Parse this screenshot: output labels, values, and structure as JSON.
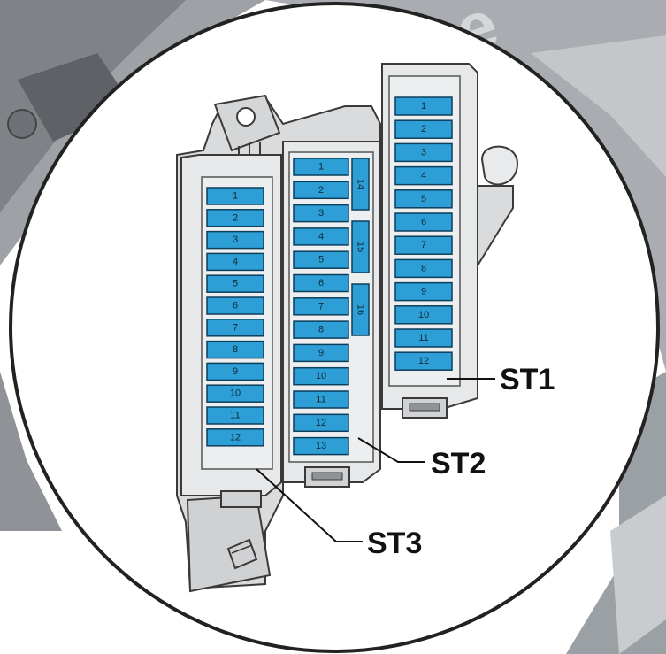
{
  "colors": {
    "fuse_fill": "#2e9fd6",
    "fuse_stroke": "#0c3f5c",
    "block_fill": "#e2e4e6",
    "block_stroke": "#3a3a3a",
    "background_gray": "#b9bcbf"
  },
  "watermark": "Fuse",
  "blocks": [
    {
      "id": "ST1",
      "label": "ST1",
      "fuses": [
        "1",
        "2",
        "3",
        "4",
        "5",
        "6",
        "7",
        "8",
        "9",
        "10",
        "11",
        "12"
      ]
    },
    {
      "id": "ST2",
      "label": "ST2",
      "fuses": [
        "1",
        "2",
        "3",
        "4",
        "5",
        "6",
        "7",
        "8",
        "9",
        "10",
        "11",
        "12",
        "13"
      ],
      "side_fuses": [
        "14",
        "15",
        "16"
      ]
    },
    {
      "id": "ST3",
      "label": "ST3",
      "fuses": [
        "1",
        "2",
        "3",
        "4",
        "5",
        "6",
        "7",
        "8",
        "9",
        "10",
        "11",
        "12"
      ]
    }
  ]
}
